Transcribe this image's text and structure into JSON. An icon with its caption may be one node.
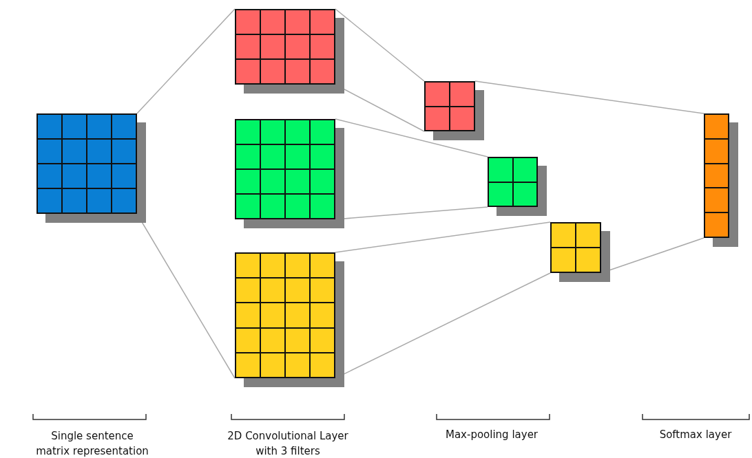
{
  "diagram": {
    "nodes": [
      {
        "text": [],
        "shape": "grid"
      },
      {
        "text": [],
        "shape": "grid"
      },
      {
        "text": [],
        "shape": "grid"
      },
      {
        "text": [],
        "shape": "grid"
      },
      {
        "text": [],
        "shape": "grid"
      },
      {
        "text": [],
        "shape": "grid"
      },
      {
        "text": [],
        "shape": "grid"
      },
      {
        "text": [],
        "shape": "bar"
      }
    ],
    "edges": [
      {
        "from": 0,
        "to": 1,
        "arrow": "none"
      },
      {
        "from": 0,
        "to": 3,
        "arrow": "none"
      },
      {
        "from": 1,
        "to": 4,
        "arrow": "none"
      },
      {
        "from": 1,
        "to": 4,
        "arrow": "none"
      },
      {
        "from": 2,
        "to": 5,
        "arrow": "none"
      },
      {
        "from": 2,
        "to": 5,
        "arrow": "none"
      },
      {
        "from": 3,
        "to": 6,
        "arrow": "none"
      },
      {
        "from": 3,
        "to": 6,
        "arrow": "none"
      },
      {
        "from": 4,
        "to": 7,
        "arrow": "none"
      },
      {
        "from": 6,
        "to": 7,
        "arrow": "none"
      }
    ],
    "labels": [
      "Single sentence matrix representation",
      "2D Convolutional Layer with 3 filters",
      "Max-pooling layer",
      "Softmax layer"
    ]
  }
}
